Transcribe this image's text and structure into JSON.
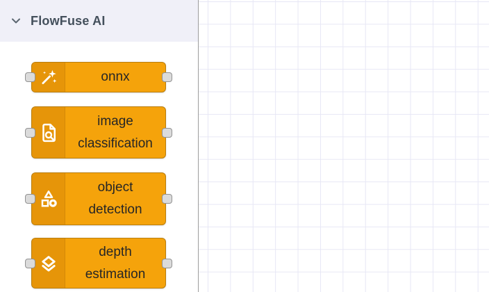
{
  "palette": {
    "header": {
      "title": "FlowFuse AI",
      "collapse_icon": "chevron-down-icon"
    },
    "nodes": [
      {
        "id": "onnx",
        "label": "onnx",
        "icon": "magic-wand-icon"
      },
      {
        "id": "image-classification",
        "label": "image classification",
        "icon": "file-search-icon"
      },
      {
        "id": "object-detection",
        "label": "object detection",
        "icon": "shapes-icon"
      },
      {
        "id": "depth-estimation",
        "label": "depth estimation",
        "icon": "layers-icon"
      }
    ]
  },
  "canvas": {
    "type": "node-red-flow-grid",
    "background": "#ffffff",
    "grid_color": "#e7e7f5"
  },
  "colors": {
    "node_body": "#f5a30b",
    "node_icon_region": "#e69509",
    "port_fill": "#dbdbdb",
    "port_border": "#919191",
    "header_bg": "#f0f0f8",
    "header_text": "#44505c",
    "label_text": "#262626"
  }
}
